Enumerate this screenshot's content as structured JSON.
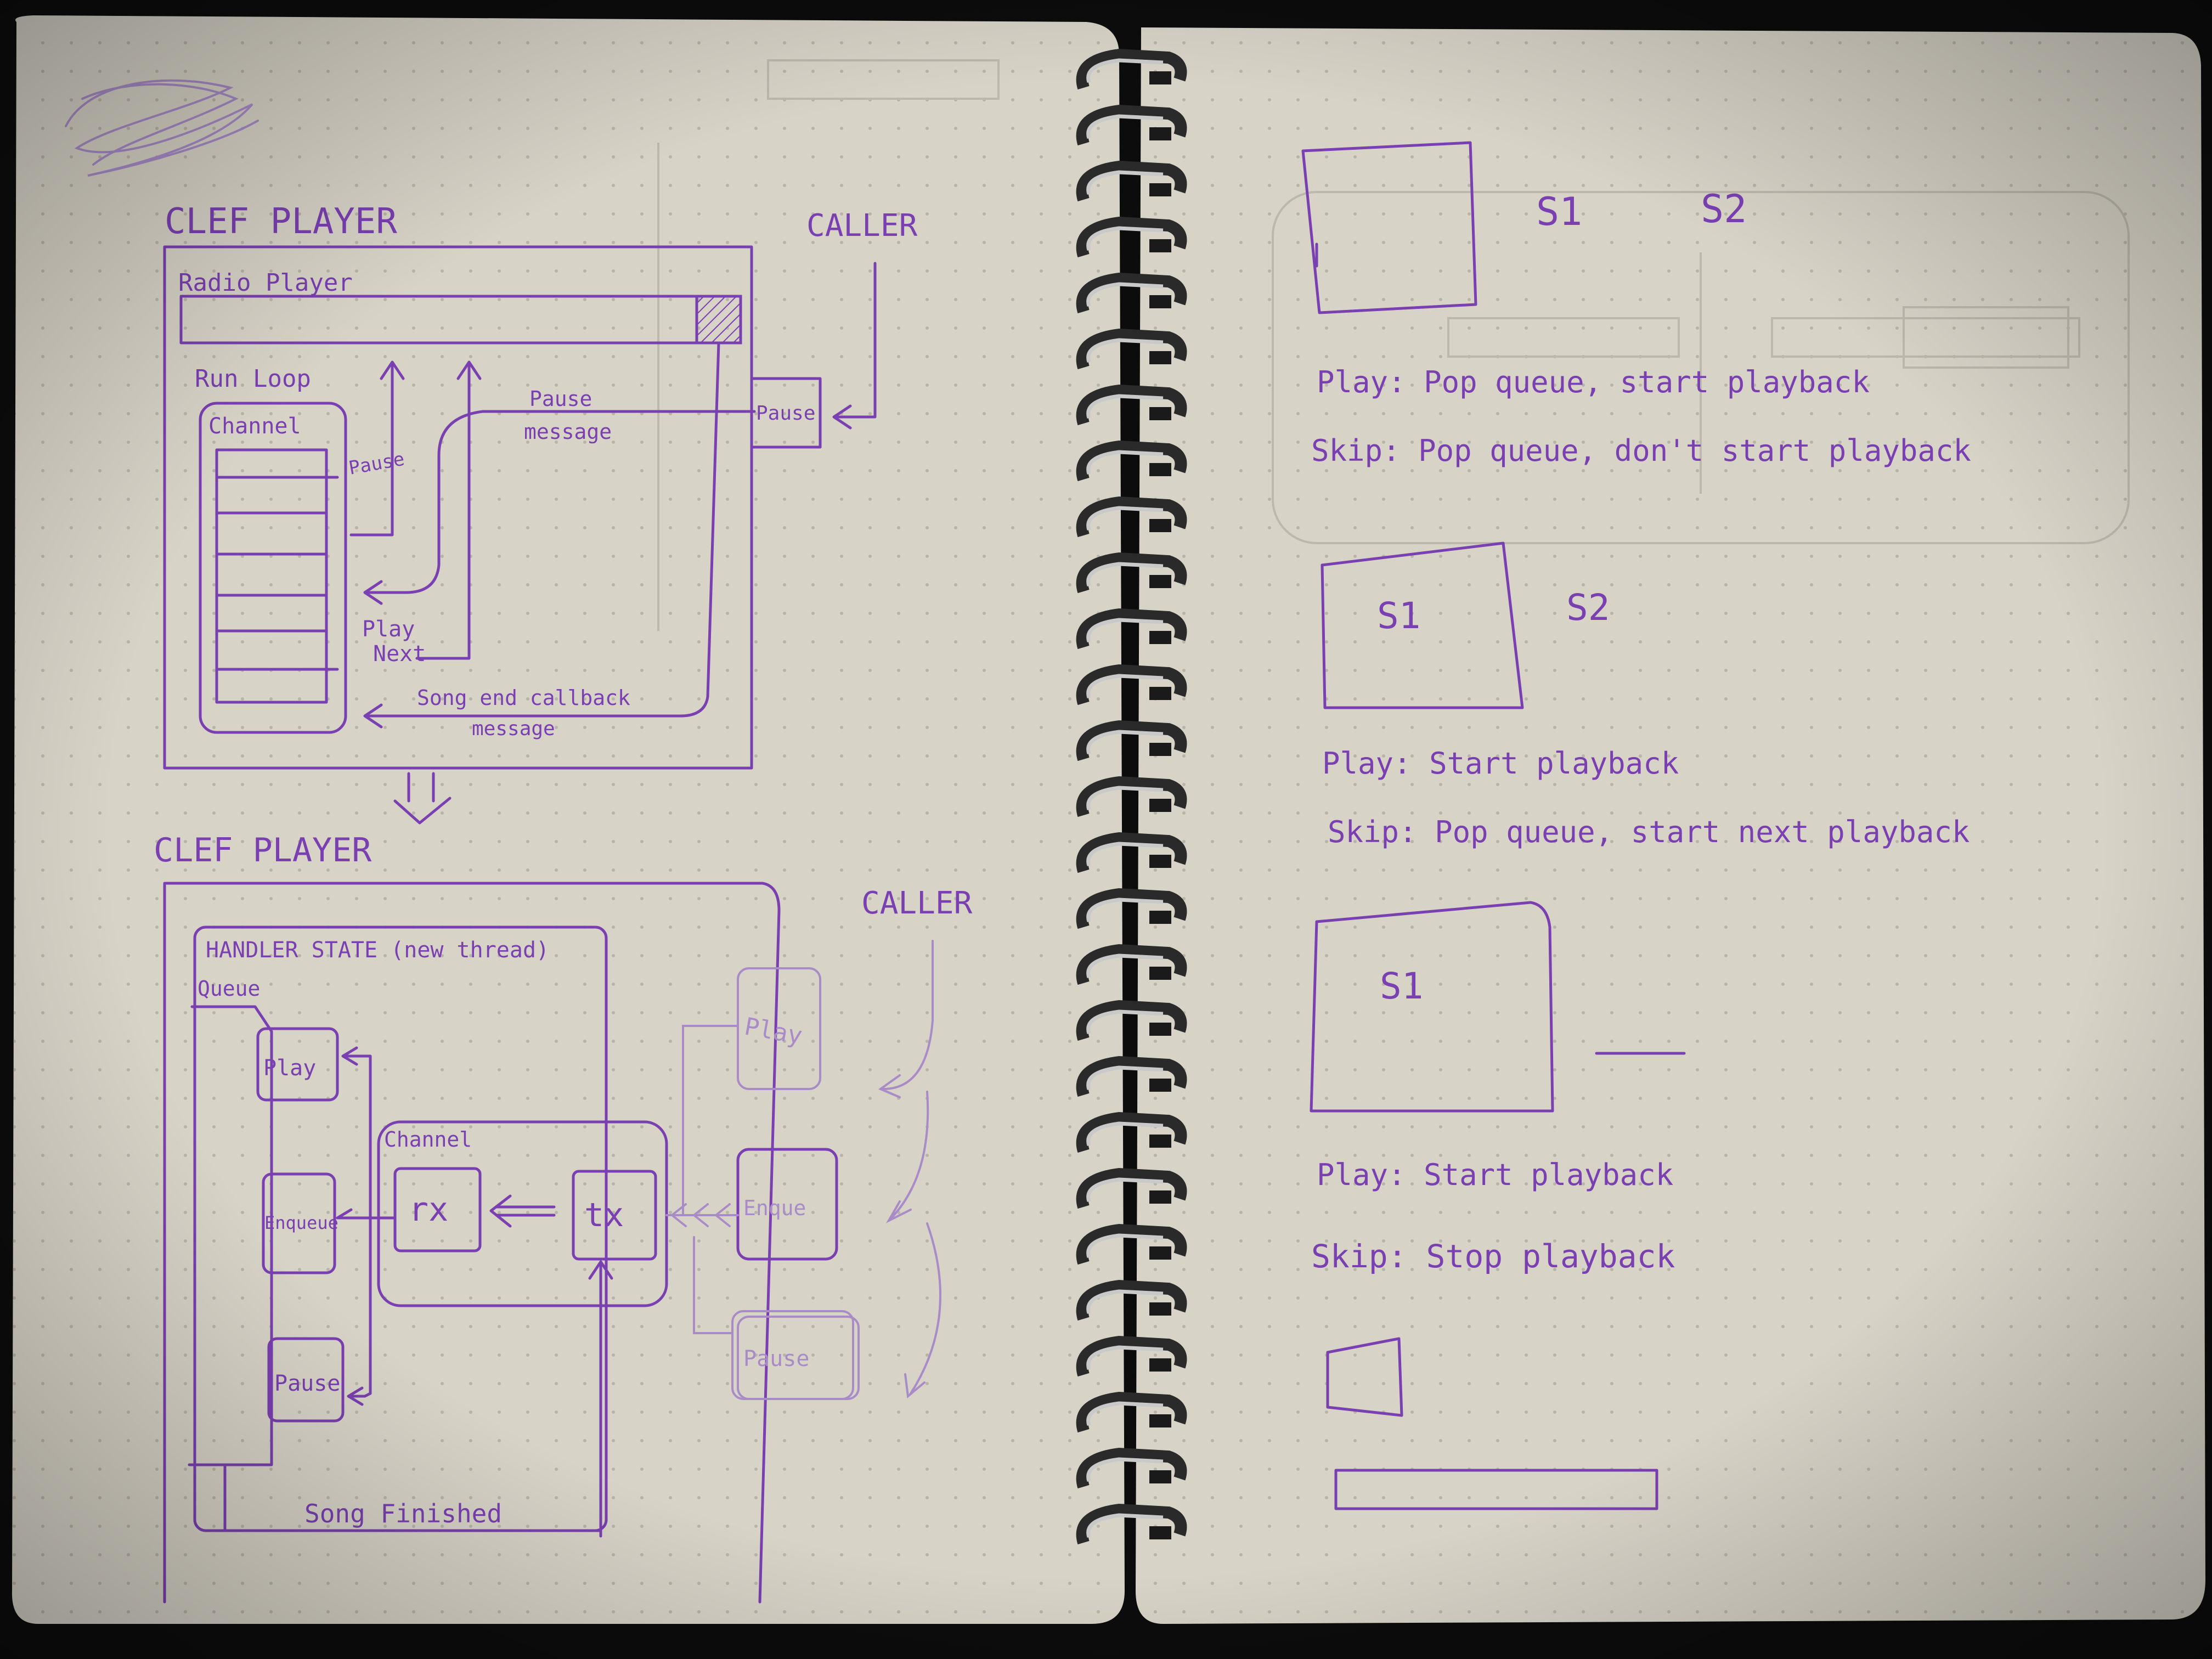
{
  "left_page": {
    "top_diagram": {
      "title": "CLEF PLAYER",
      "caller": "CALLER",
      "radio_player": "Radio Player",
      "run_loop": "Run Loop",
      "channel": "Channel",
      "pause_small": "Pause",
      "pause_message_1": "Pause",
      "pause_message_2": "message",
      "pause_box": "Pause",
      "play_next_1": "Play",
      "play_next_2": "Next",
      "song_end_1": "Song end callback",
      "song_end_2": "message"
    },
    "bottom_diagram": {
      "title": "CLEF PLAYER",
      "caller": "CALLER",
      "handler_state": "HANDLER STATE (new thread)",
      "queue": "Queue",
      "play": "Play",
      "enqueue": "Enqueue",
      "pause": "Pause",
      "channel": "Channel",
      "rx": "rx",
      "tx": "tx",
      "play_box": "Play",
      "enqueue_box": "Enque",
      "pause_box": "Pause",
      "song_finished": "Song Finished"
    }
  },
  "right_page": {
    "s1_a": "S1",
    "s2_a": "S2",
    "play_a": "Play: Pop queue, start playback",
    "skip_a": "Skip: Pop queue, don't start playback",
    "s1_b": "S1",
    "s2_b": "S2",
    "play_b": "Play: Start playback",
    "skip_b": "Skip: Pop queue, start next playback",
    "s1_c": "S1",
    "play_c": "Play: Start playback",
    "skip_c": "Skip: Stop playback"
  }
}
